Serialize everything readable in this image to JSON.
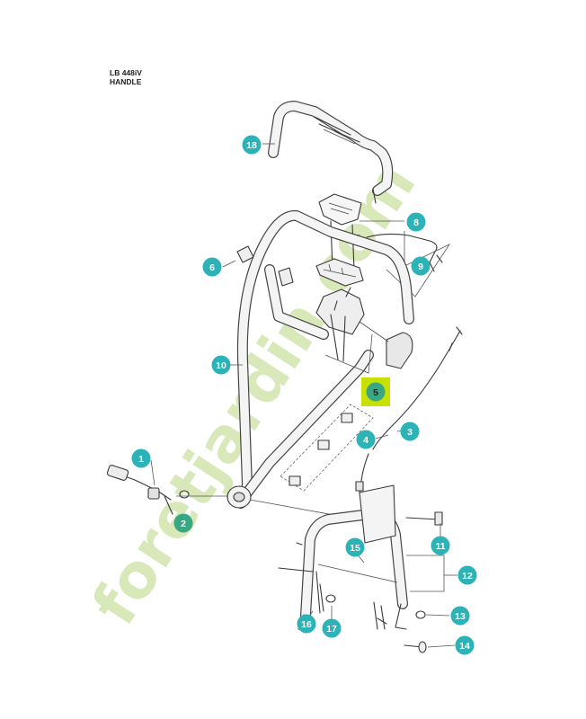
{
  "header": {
    "model": "LB 448iV",
    "section": "HANDLE"
  },
  "watermark": {
    "text": "foretjardin.com"
  },
  "colors": {
    "badge": "#2bb3b8",
    "badge_highlight": "#c8e100",
    "badge_alt": "#3aa784",
    "watermark": "#d9e8b8"
  },
  "callouts": [
    {
      "id": "c1",
      "label": "1"
    },
    {
      "id": "c2",
      "label": "2"
    },
    {
      "id": "c3",
      "label": "3"
    },
    {
      "id": "c4",
      "label": "4"
    },
    {
      "id": "c5",
      "label": "5"
    },
    {
      "id": "c6",
      "label": "6"
    },
    {
      "id": "c8",
      "label": "8"
    },
    {
      "id": "c9",
      "label": "9"
    },
    {
      "id": "c10",
      "label": "10"
    },
    {
      "id": "c11",
      "label": "11"
    },
    {
      "id": "c12",
      "label": "12"
    },
    {
      "id": "c13",
      "label": "13"
    },
    {
      "id": "c14",
      "label": "14"
    },
    {
      "id": "c15",
      "label": "15"
    },
    {
      "id": "c16",
      "label": "16"
    },
    {
      "id": "c17",
      "label": "17"
    },
    {
      "id": "c18",
      "label": "18"
    }
  ]
}
